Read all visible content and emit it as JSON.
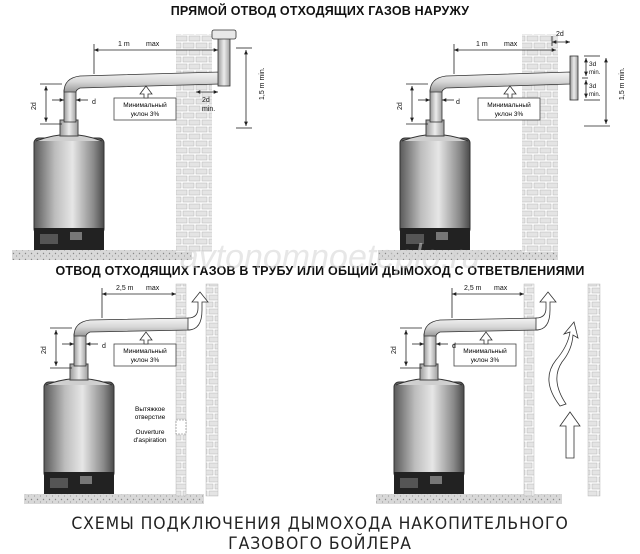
{
  "titles": {
    "top": "ПРЯМОЙ ОТВОД ОТХОДЯЩИХ ГАЗОВ НАРУЖУ",
    "middle": "ОТВОД ОТХОДЯЩИХ ГАЗОВ В ТРУБУ ИЛИ ОБЩИЙ ДЫМОХОД С ОТВЕТВЛЕНИЯМИ",
    "caption": "СХЕМЫ ПОДКЛЮЧЕНИЯ ДЫМОХОДА НАКОПИТЕЛЬНОГО ГАЗОВОГО БОЙЛЕРА"
  },
  "labels": {
    "len_1m": "1 m",
    "len_25m": "2,5 m",
    "max": "max",
    "min_15": "1,5 m min.",
    "d": "d",
    "two_d": "2d",
    "three_d": "3d",
    "min_short": "min.",
    "slope_line1": "Минимальный",
    "slope_line2": "уклон 3%",
    "vent_ru_1": "Вытяжкое",
    "vent_ru_2": "отверстие",
    "vent_fr_1": "Ouverture",
    "vent_fr_2": "d'aspiration"
  },
  "watermark": "avtonomnoeteplo.ru"
}
